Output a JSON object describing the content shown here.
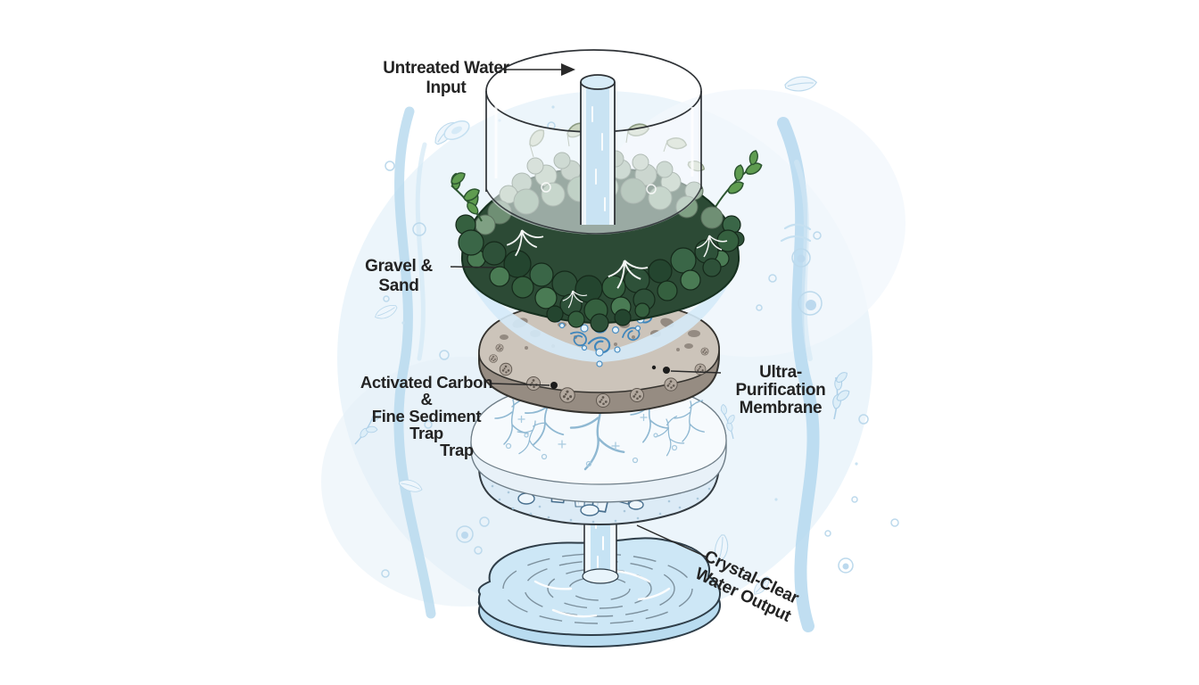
{
  "labels": {
    "input": {
      "line1": "Untreated Water",
      "line2": "Input"
    },
    "gravel": {
      "line1": "Gravel & Sand"
    },
    "carbon": {
      "line1": "Activated Carbon &",
      "line2": "Fine Sediment Trap",
      "line3": "Trap"
    },
    "membrane": {
      "line1": "Ultra-Purification",
      "line2": "Membrane"
    },
    "output": {
      "line1": "Crystal-Clear",
      "line2": "Water Output"
    }
  },
  "icons": {
    "input_arrow": "right-arrow",
    "leader_dot": "filled-dot",
    "plant_sprig": "leaf-sprig",
    "background": [
      "water-ribbon",
      "leaf-outline",
      "bubble"
    ]
  },
  "colors": {
    "label_text": "#232323",
    "annotation": "#2a2a2a",
    "bg_circle": "#ECF5FB",
    "ribbon": "#B5D8EE",
    "bg_leaf": "#BCD9EC",
    "glass_stroke": "#2F3337",
    "gravel_dark": "#24452F",
    "gravel_mid": "#3A6647",
    "gravel_pale": "#9DB3A0",
    "sand_swirl": "#3F86BC",
    "sand_band": "#D5EAF8",
    "carbon_top": "#CCC4BA",
    "carbon_front": "#998E84",
    "membrane_fill": "#F6FAFD",
    "membrane_vein": "#8FB8D2",
    "crystal_fill": "#E9F3FA",
    "crystal_stroke": "#49708F",
    "pool_fill": "#CDE7F6",
    "pool_stroke": "#2F3E49",
    "plant_green": "#5F9C50"
  }
}
